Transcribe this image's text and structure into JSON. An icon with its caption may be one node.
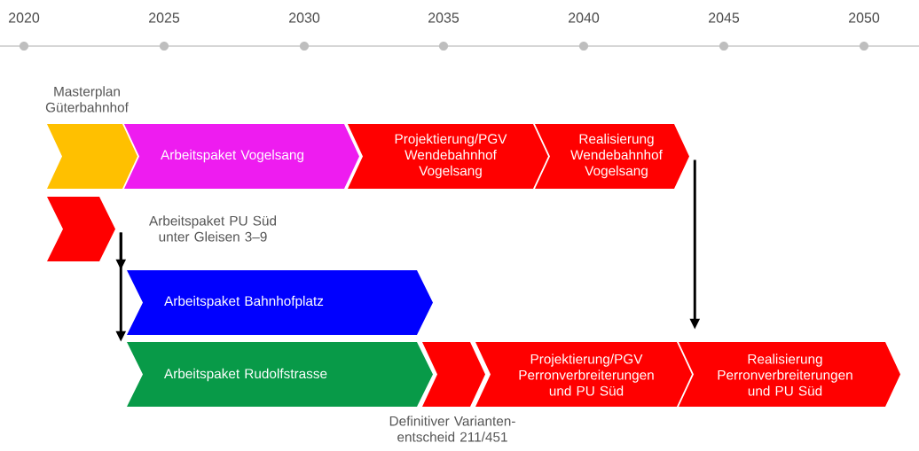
{
  "diagram": {
    "nodes": [
      {
        "text": [
          "Masterplan Güterbahnhof"
        ]
      },
      {
        "text": [
          "Arbeitspaket Vogelsang"
        ]
      },
      {
        "text": [
          "Projektierung/PGV Wendebahnhof Vogelsang"
        ]
      },
      {
        "text": [
          "Realisierung Wendebahnhof Vogelsang"
        ]
      },
      {
        "text": [
          "Arbeitspaket PU Süd unter Gleisen 3–9"
        ]
      },
      {
        "text": [
          "Arbeitspaket Bahnhofplatz"
        ]
      },
      {
        "text": [
          "Arbeitspaket Rudolfstrasse"
        ]
      },
      {
        "text": [
          "Definitiver Varianten- entscheid 211/451"
        ]
      },
      {
        "text": [
          "Projektierung/PGV Perronverbreiterungen und PU Süd"
        ]
      },
      {
        "text": [
          "Realisierung Perronverbreiterungen und PU Süd"
        ]
      }
    ],
    "edges": [
      {
        "from": 4,
        "to": 5,
        "arrow": "to"
      },
      {
        "from": 4,
        "to": 6,
        "arrow": "to"
      },
      {
        "from": 3,
        "to": 9,
        "arrow": "to"
      }
    ],
    "labels": [
      "2020",
      "2025",
      "2030",
      "2035",
      "2040",
      "2045",
      "2050"
    ]
  }
}
